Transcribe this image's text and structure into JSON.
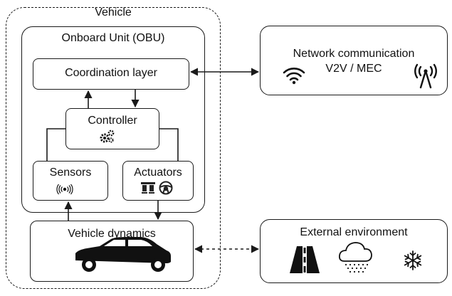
{
  "vehicle": {
    "title": "Vehicle"
  },
  "obu": {
    "title": "Onboard Unit (OBU)"
  },
  "coordination": {
    "label": "Coordination layer"
  },
  "controller": {
    "label": "Controller",
    "icon": "gears-icon"
  },
  "sensors": {
    "label": "Sensors",
    "icon": "radio-waves-icon"
  },
  "actuators": {
    "label": "Actuators",
    "icons": [
      "pedals-icon",
      "steering-wheel-icon"
    ]
  },
  "dynamics": {
    "label": "Vehicle dynamics",
    "icon": "car-icon"
  },
  "network": {
    "title": "Network communication",
    "subtitle": "V2V / MEC",
    "icons": [
      "wifi-icon",
      "antenna-tower-icon"
    ]
  },
  "environment": {
    "title": "External environment",
    "icons": [
      "road-icon",
      "rain-cloud-icon",
      "snowflake-icon"
    ]
  },
  "colors": {
    "stroke": "#1a1a1a",
    "text": "#111111",
    "background": "#ffffff"
  }
}
